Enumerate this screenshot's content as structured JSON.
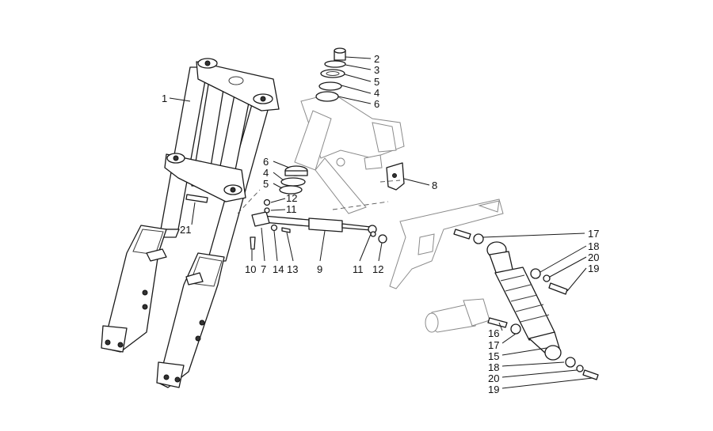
{
  "callouts": {
    "c1": "1",
    "c2": "2",
    "c3": "3",
    "c5a": "5",
    "c4a": "4",
    "c6a": "6",
    "c6b": "6",
    "c4b": "4",
    "c5b": "5",
    "c8": "8",
    "c12a": "12",
    "c11a": "11",
    "c21": "21",
    "c10": "10",
    "c7": "7",
    "c14": "14",
    "c13": "13",
    "c9": "9",
    "c11b": "11",
    "c12b": "12",
    "c17a": "17",
    "c18a": "18",
    "c20a": "20",
    "c19a": "19",
    "c16": "16",
    "c17b": "17",
    "c15": "15",
    "c18b": "18",
    "c20b": "20",
    "c19b": "19"
  },
  "colors": {
    "line": "#1a1a1a",
    "frame": "#8a8a8a",
    "background": "#ffffff"
  }
}
